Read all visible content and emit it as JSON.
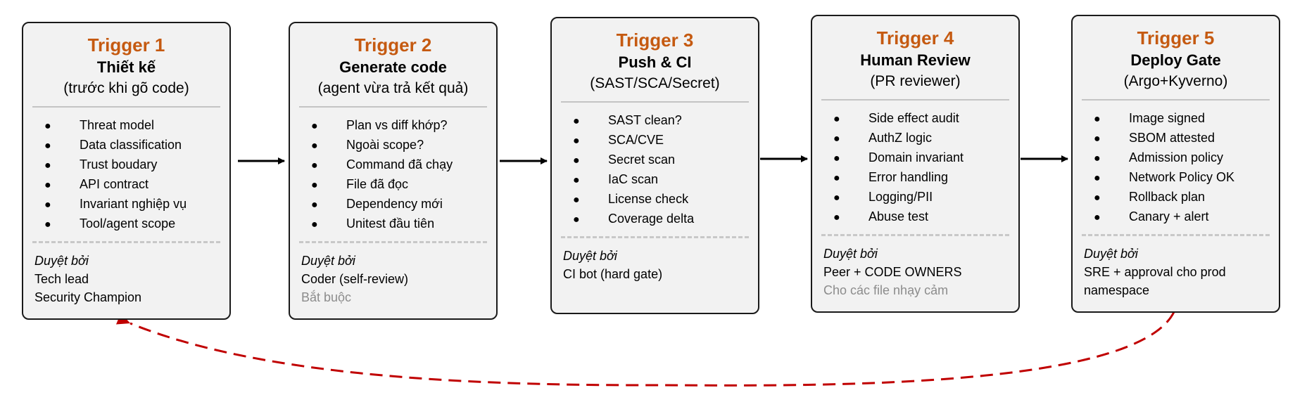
{
  "stages": [
    {
      "trigger": "Trigger 1",
      "name": "Thiết kế",
      "sub": "(trước khi gõ code)",
      "items": [
        "Threat model",
        "Data classification",
        "Trust boudary",
        "API contract",
        "Invariant nghiệp vụ",
        "Tool/agent scope"
      ],
      "reviewer_label": "Duyệt bởi",
      "reviewers": [
        "Tech lead",
        "Security Champion"
      ],
      "note": ""
    },
    {
      "trigger": "Trigger 2",
      "name": "Generate code",
      "sub": "(agent vừa trả kết quả)",
      "items": [
        "Plan vs diff khớp?",
        "Ngoài scope?",
        "Command đã chạy",
        "File đã đọc",
        "Dependency mới",
        "Unitest đầu tiên"
      ],
      "reviewer_label": "Duyệt bởi",
      "reviewers": [
        "Coder (self-review)"
      ],
      "note": "Bắt buộc"
    },
    {
      "trigger": "Trigger 3",
      "name": "Push & CI",
      "sub": "(SAST/SCA/Secret)",
      "items": [
        "SAST clean?",
        "SCA/CVE",
        "Secret scan",
        "IaC scan",
        "License check",
        "Coverage delta"
      ],
      "reviewer_label": "Duyệt bởi",
      "reviewers": [
        "CI bot (hard gate)"
      ],
      "note": ""
    },
    {
      "trigger": "Trigger 4",
      "name": "Human Review",
      "sub": "(PR reviewer)",
      "items": [
        "Side effect audit",
        "AuthZ logic",
        "Domain invariant",
        "Error handling",
        "Logging/PII",
        "Abuse test"
      ],
      "reviewer_label": "Duyệt bởi",
      "reviewers": [
        "Peer + CODE OWNERS"
      ],
      "note": "Cho các file nhạy cảm"
    },
    {
      "trigger": "Trigger 5",
      "name": "Deploy Gate",
      "sub": "(Argo+Kyverno)",
      "items": [
        "Image signed",
        "SBOM attested",
        "Admission policy",
        "Network Policy OK",
        "Rollback plan",
        "Canary + alert"
      ],
      "reviewer_label": "Duyệt bởi",
      "reviewers": [
        "SRE + approval cho prod",
        "namespace"
      ],
      "note": ""
    }
  ],
  "colors": {
    "trigger_title": "#c55a11",
    "feedback_arrow": "#c00000",
    "card_bg": "#f2f2f2",
    "card_border": "#1a1a1a",
    "note_text": "#8c8c8c"
  }
}
